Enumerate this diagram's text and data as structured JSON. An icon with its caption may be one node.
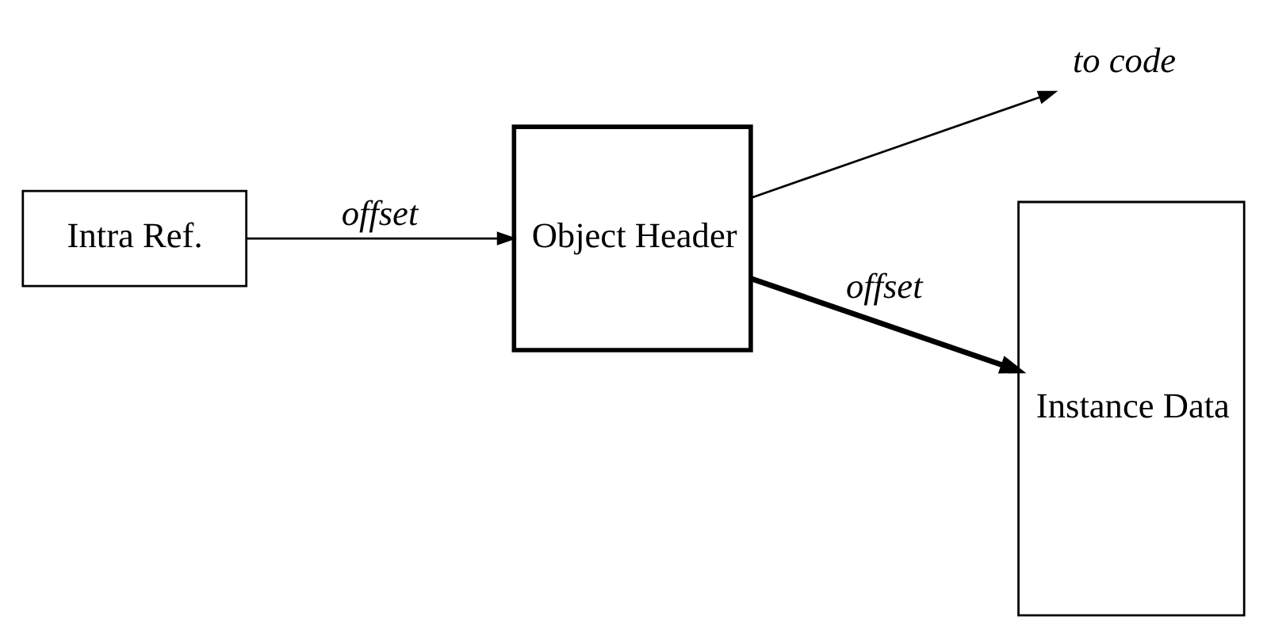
{
  "diagram": {
    "nodes": [
      {
        "text": [
          "Intra Ref."
        ]
      },
      {
        "text": [
          "Object Header"
        ]
      },
      {
        "text": [
          "to code"
        ]
      },
      {
        "text": [
          "Instance Data"
        ]
      }
    ],
    "edges": [
      {
        "from": 0,
        "to": 1,
        "arrow": "to",
        "label": "offset"
      },
      {
        "from": 1,
        "to": 2,
        "arrow": "to"
      },
      {
        "from": 1,
        "to": 3,
        "arrow": "to",
        "label": "offset",
        "style": "thick"
      }
    ]
  }
}
